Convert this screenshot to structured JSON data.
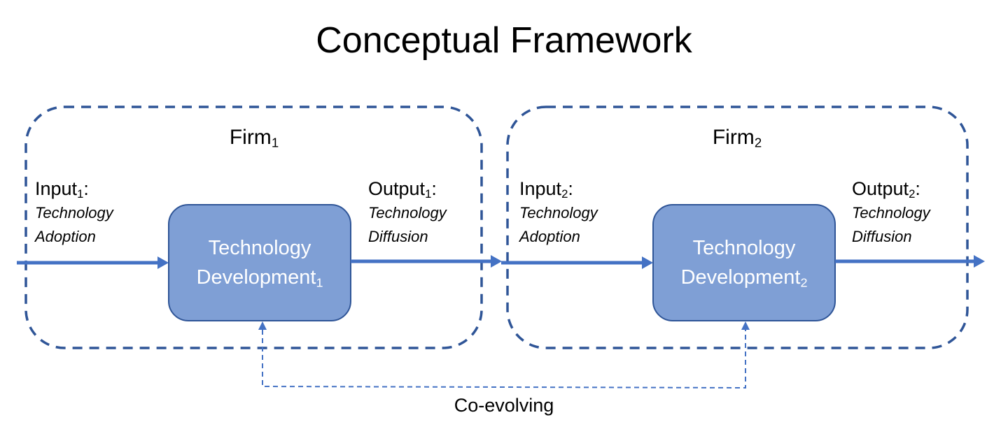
{
  "title": "Conceptual Framework",
  "colors": {
    "firm_border": "#2F5597",
    "process_fill": "#7F9FD5",
    "process_border": "#2F5597",
    "arrow": "#4472C4",
    "feedback": "#4472C4",
    "text": "#000000",
    "process_text": "#FFFFFF"
  },
  "firms": [
    {
      "name": "Firm",
      "index": "1",
      "input": {
        "label": "Input",
        "index": "1",
        "suffix": ":",
        "desc_line1": "Technology",
        "desc_line2": "Adoption"
      },
      "output": {
        "label": "Output",
        "index": "1",
        "suffix": ":",
        "desc_line1": "Technology",
        "desc_line2": "Diffusion"
      },
      "process": {
        "line1": "Technology",
        "line2": "Development",
        "index": "1"
      }
    },
    {
      "name": "Firm",
      "index": "2",
      "input": {
        "label": "Input",
        "index": "2",
        "suffix": ":",
        "desc_line1": "Technology",
        "desc_line2": "Adoption"
      },
      "output": {
        "label": "Output",
        "index": "2",
        "suffix": ":",
        "desc_line1": "Technology",
        "desc_line2": "Diffusion"
      },
      "process": {
        "line1": "Technology",
        "line2": "Development",
        "index": "2"
      }
    }
  ],
  "feedback_label": "Co-evolving"
}
